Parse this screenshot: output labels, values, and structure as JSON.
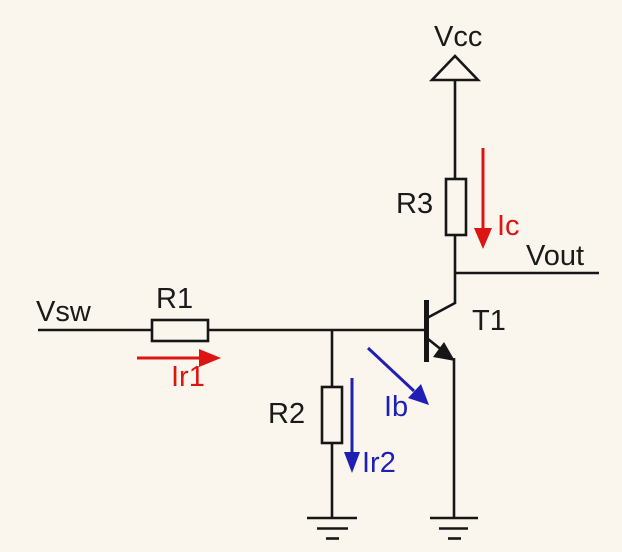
{
  "title": "NPN transistor switch schematic",
  "labels": {
    "vcc": "Vcc",
    "vout": "Vout",
    "vsw": "Vsw",
    "r1": "R1",
    "r2": "R2",
    "r3": "R3",
    "t1": "T1",
    "ic": "Ic",
    "ib": "Ib",
    "ir1": "Ir1",
    "ir2": "Ir2"
  },
  "icons": {
    "power_rail_icon": "open-up-triangle",
    "ground_icon": "three-bar-earth-ground",
    "npn_transistor_icon": "npn-bjt-with-emitter-arrow",
    "current_arrow_icon": "straight-arrow"
  },
  "colors": {
    "bg": "#FAF6EE",
    "wire": "#161616",
    "red": "#DD1512",
    "blue": "#1F1FB4",
    "text": "#1A1A1A"
  }
}
